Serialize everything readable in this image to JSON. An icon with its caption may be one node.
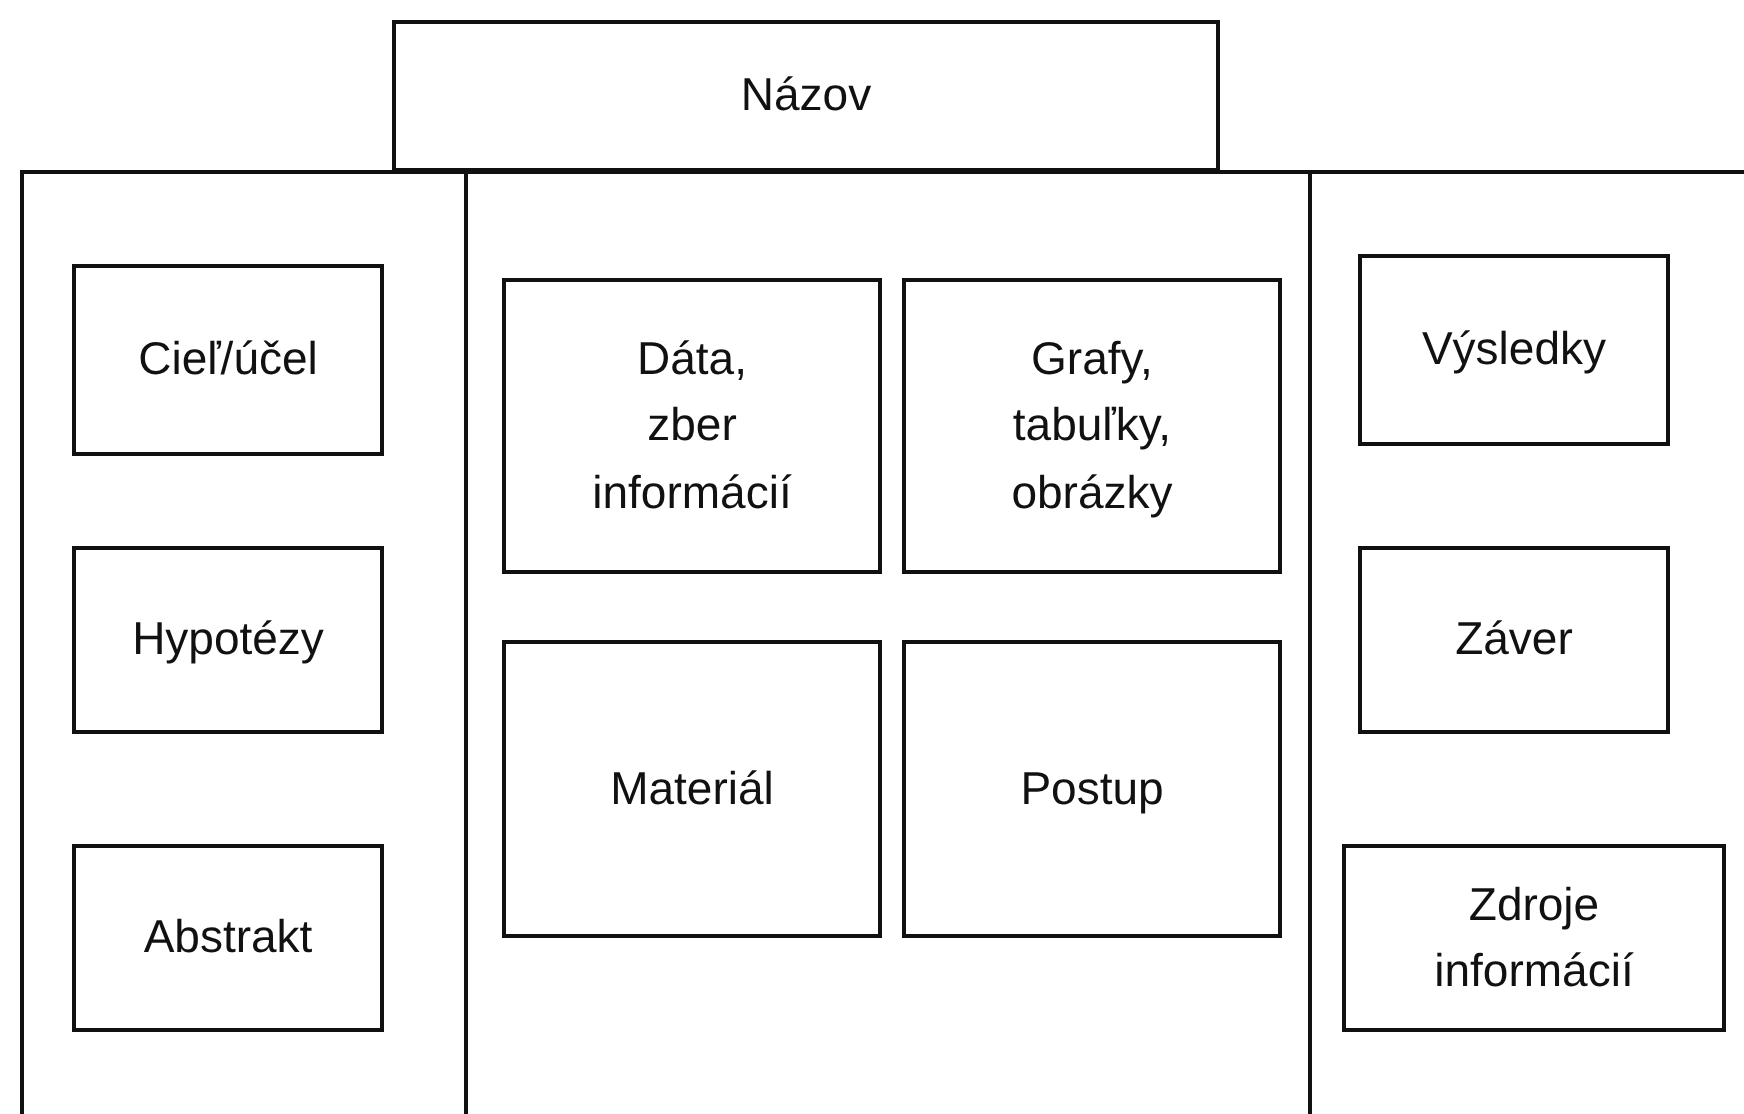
{
  "diagram": {
    "nodes": [
      {
        "text": [
          "Názov"
        ]
      },
      {
        "text": [],
        "shape": "box"
      },
      {
        "text": [
          "Cieľ/účel"
        ],
        "in": 1
      },
      {
        "text": [
          "Hypotézy"
        ],
        "in": 1
      },
      {
        "text": [
          "Abstrakt"
        ],
        "in": 1
      },
      {
        "text": [],
        "shape": "box"
      },
      {
        "text": [
          "Dáta, zber informácií"
        ],
        "in": 5
      },
      {
        "text": [
          "Grafy, tabuľky, obrázky"
        ],
        "in": 5
      },
      {
        "text": [
          "Materiál"
        ],
        "in": 5
      },
      {
        "text": [
          "Postup"
        ],
        "in": 5
      },
      {
        "text": [],
        "shape": "box"
      },
      {
        "text": [
          "Výsledky"
        ],
        "in": 10
      },
      {
        "text": [
          "Záver"
        ],
        "in": 10
      },
      {
        "text": [
          "Zdroje informácií"
        ],
        "in": 10
      }
    ]
  }
}
